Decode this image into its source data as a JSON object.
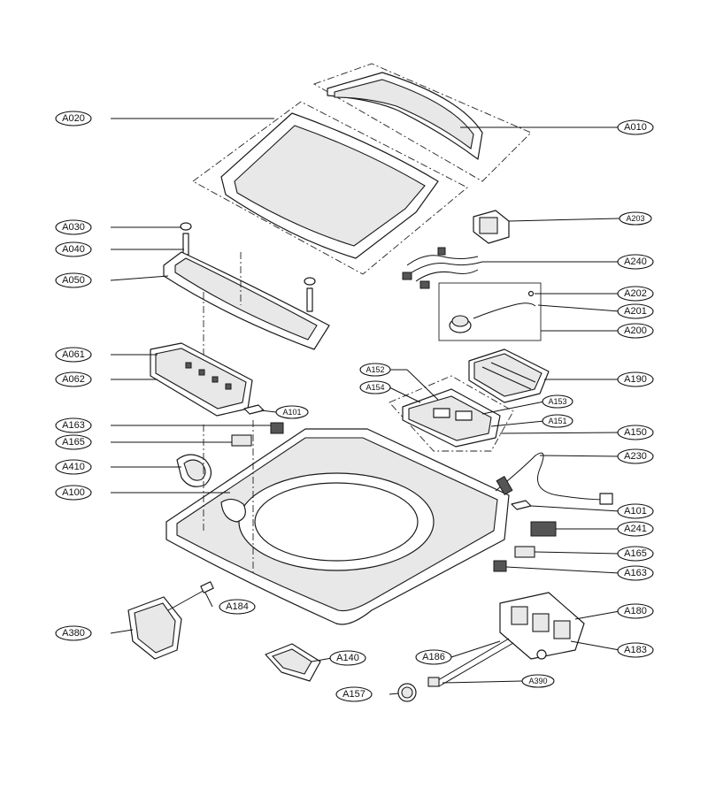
{
  "callouts": {
    "A010": "A010",
    "A020": "A020",
    "A030": "A030",
    "A040": "A040",
    "A050": "A050",
    "A061": "A061",
    "A062": "A062",
    "A100": "A100",
    "A101a": "A101",
    "A101b": "A101",
    "A140": "A140",
    "A150": "A150",
    "A151": "A151",
    "A152": "A152",
    "A153": "A153",
    "A154": "A154",
    "A157": "A157",
    "A163a": "A163",
    "A163b": "A163",
    "A165a": "A165",
    "A165b": "A165",
    "A180": "A180",
    "A183": "A183",
    "A184": "A184",
    "A186": "A186",
    "A190": "A190",
    "A200": "A200",
    "A201": "A201",
    "A202": "A202",
    "A203": "A203",
    "A230": "A230",
    "A240": "A240",
    "A241": "A241",
    "A380": "A380",
    "A390": "A390",
    "A410": "A410"
  }
}
